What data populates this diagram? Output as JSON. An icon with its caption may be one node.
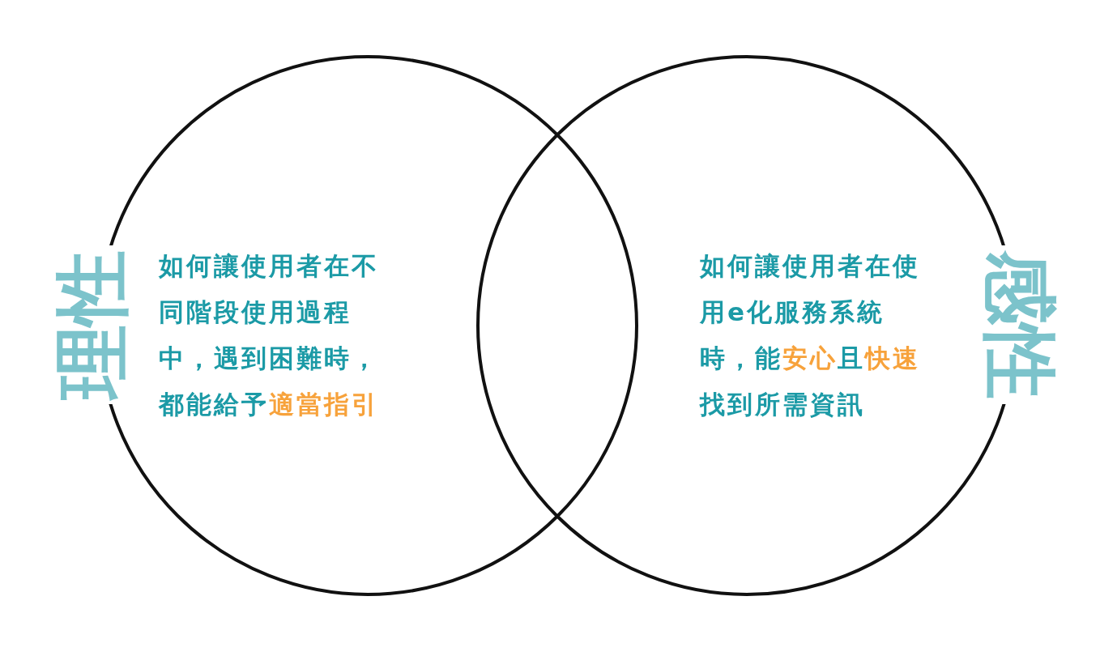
{
  "diagram": {
    "nodes": [
      {
        "text": [
          "理性",
          "如何讓使用者在不同階段使用過程中，遇到困難時，都能給予**適當指引**"
        ]
      },
      {
        "text": [
          "感性",
          "如何讓使用者在使用e化服務系統時，能**安心**且**快速**找到所需資訊"
        ]
      }
    ],
    "edges": []
  }
}
